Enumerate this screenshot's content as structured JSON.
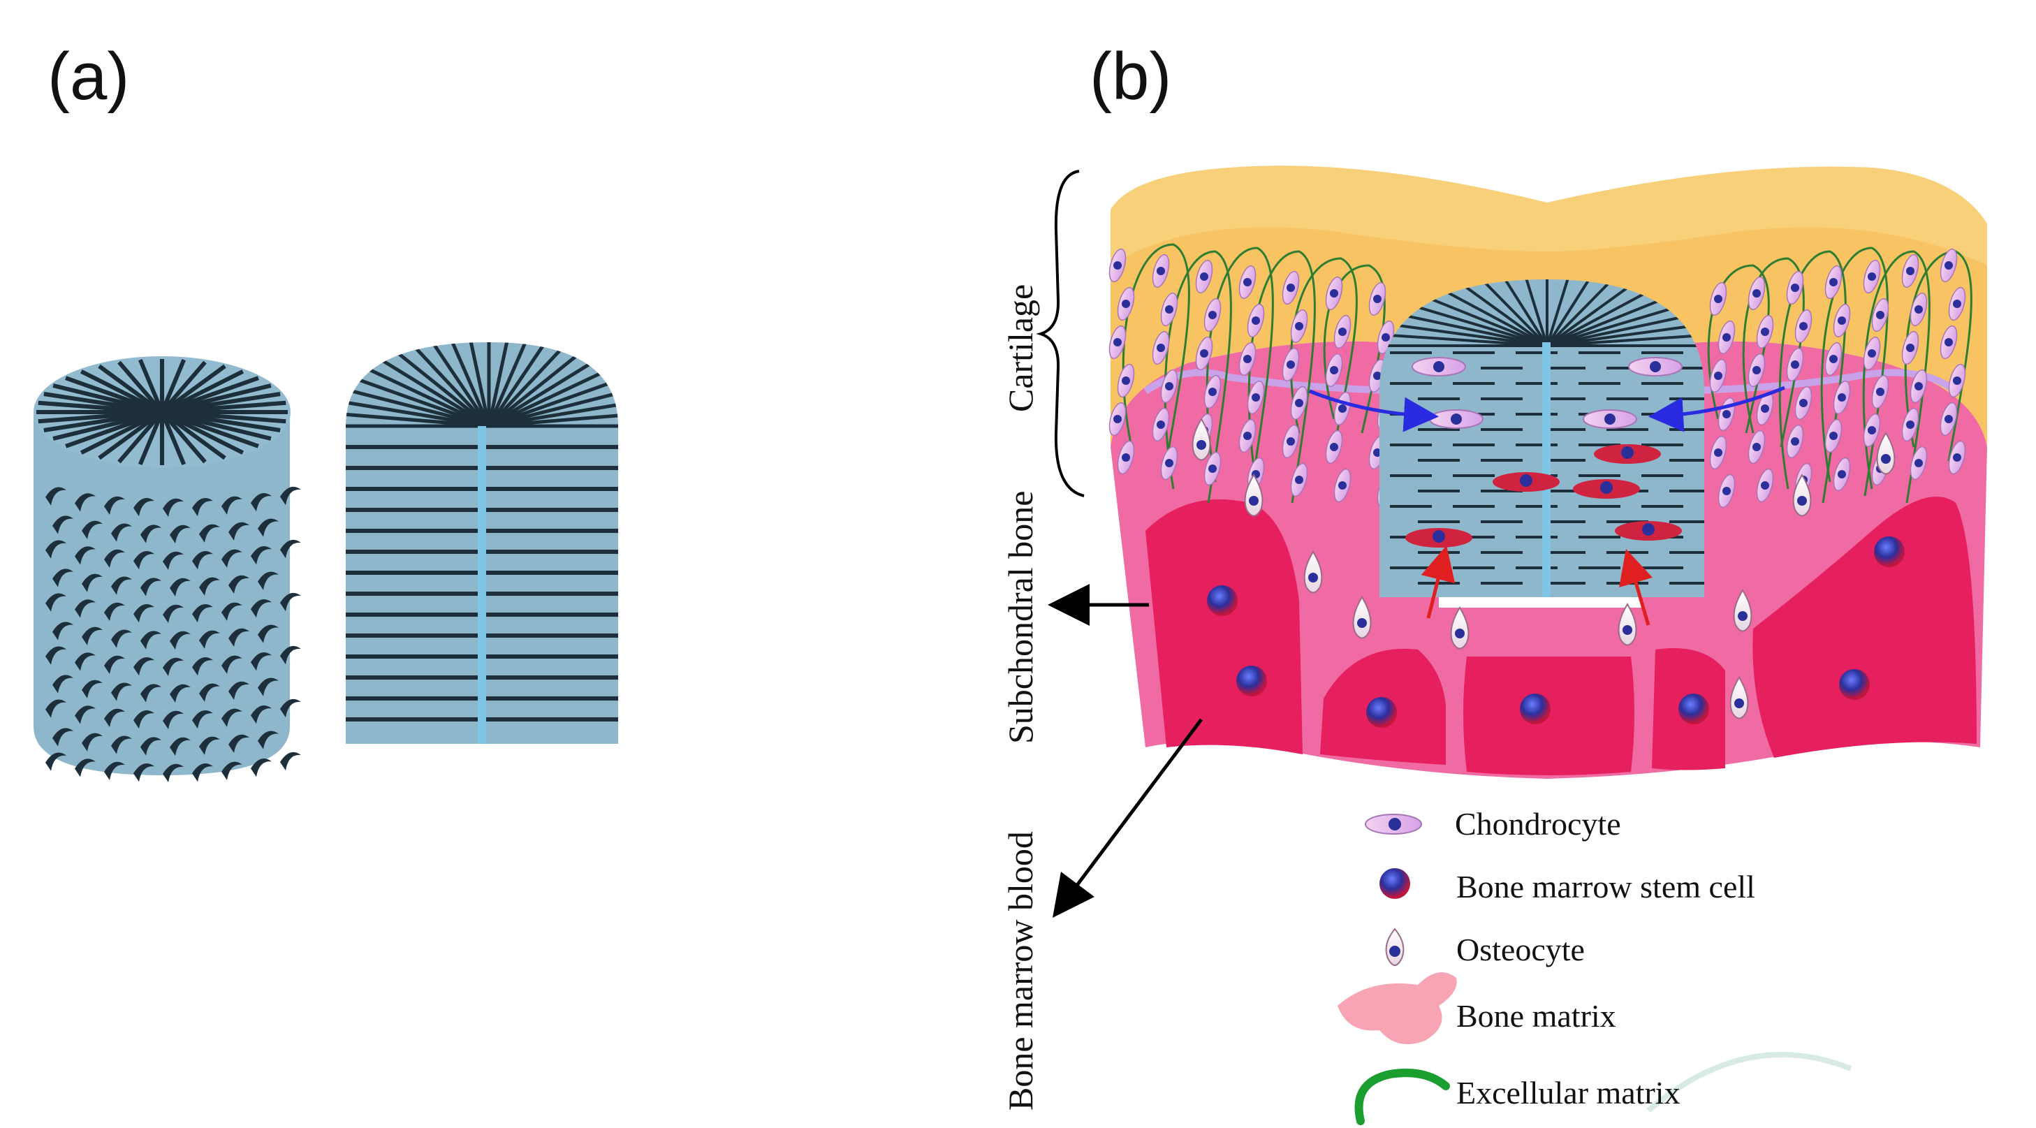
{
  "panels": {
    "a": {
      "label": "(a)"
    },
    "b": {
      "label": "(b)"
    }
  },
  "side_labels": {
    "cartilage": "Cartilage",
    "subchondral": "Subchondral bone",
    "marrow": "Bone marrow blood"
  },
  "legend": [
    {
      "key": "chondrocyte",
      "text": "Chondrocyte"
    },
    {
      "key": "stem_cell",
      "text": "Bone marrow stem cell"
    },
    {
      "key": "osteocyte",
      "text": "Osteocyte"
    },
    {
      "key": "bone_matrix",
      "text": "Bone matrix"
    },
    {
      "key": "ecm",
      "text": "Excellular matrix"
    }
  ],
  "colors": {
    "scaffold": "#8fb7cc",
    "scaffold_line": "#1c2f3a",
    "scaffold_channel": "#7fc6e6",
    "cartilage": "#f8c463",
    "bone_pink": "#f06aa3",
    "marrow_red": "#e6205f",
    "fiber_green": "#2e7d32",
    "arrow_blue": "#2a2ae0",
    "arrow_red": "#e02020"
  }
}
